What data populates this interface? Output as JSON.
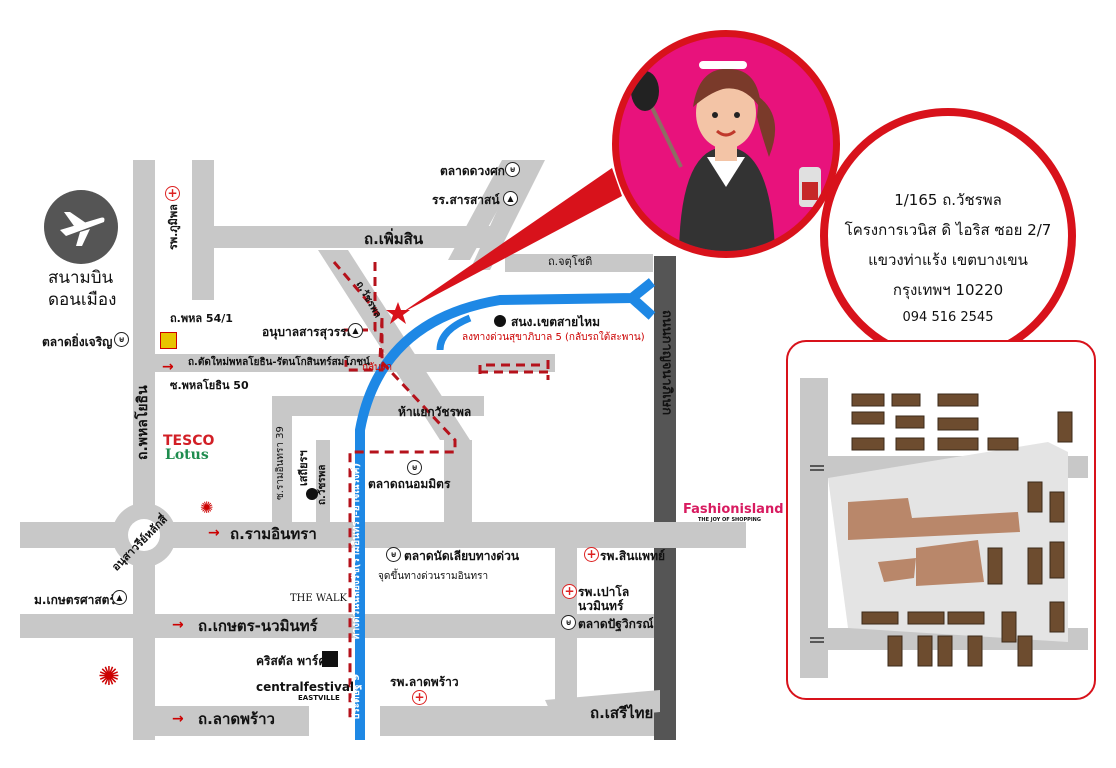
{
  "airport": {
    "line1": "สนามบิน",
    "line2": "ดอนเมือง",
    "icon": "airplane-icon"
  },
  "roads": {
    "phaholyothin": "ถ.พหลโยธิน",
    "phoem_sin": "ถ.เพิ่มสิน",
    "watcharaphon": "ถ.วัชรพล",
    "chuchit": "ถ.จตุโชติ",
    "phahon54": "ถ.พหล 54/1",
    "new_road": "ถ.ตัดใหม่พหลโยธิน-รัตนโกสินทร์สมโภชน์",
    "soi_phahon50": "ซ.พหลโยธิน 50",
    "ram_inthra": "ถ.รามอินทรา",
    "kaset_nawamin": "ถ.เกษตร-นวมินทร์",
    "lat_phrao": "ถ.ลาดพร้าว",
    "seri_thai": "ถ.เสรีไทย",
    "soi_ram_inthra39": "ซ.รามอินทรา 39",
    "watcharaphon_lower": "ถ.วัชรพล",
    "outer_ring": "ถนนกาญจนาภิเษก",
    "expressway_vertical": "ทางด่วนฉลองรัช(รามอินทรา-อาจณรงค์)",
    "pradit_9": "ประดิษฐ์ 9"
  },
  "places": {
    "rs_phumiphon": "รพ.ภูมิพล",
    "talat_duangsakon": "ตลาดดวงศกร",
    "ror_sarasat": "รร.สารสาสน์",
    "anuban_saraswan": "อนุบาลสารสุวรรณ",
    "talat_yingcharoen": "ตลาดยิ่งเจริญ",
    "snm_khet_saimai": "สนง.เขตสายไหม",
    "expressway_note": "ลงทางด่วนสุขาภิบาล 5 (กลับรถใต้สะพาน)",
    "u_turn": "กลับรถ",
    "haeyak_watcharaphon": "ห้าแยกวัชรพล",
    "satien": "เสถียรฯ",
    "talat_thanom_mit": "ตลาดถนอมมิตร",
    "anusawari": "อนุสาวรีย์หลักสี่",
    "talat_nat_liab": "ตลาดนัดเลียบทางด่วน",
    "rs_sinphaet": "รพ.สินแพทย์",
    "expressway_entry": "จุดขึ้นทางด่วนรามอินทรา",
    "rs_paolo": "รพ.เปาโล",
    "rs_paolo2": "นวมินทร์",
    "talat_pattawikorn": "ตลาดปัฐวิกรณ์",
    "m_kaset": "ม.เกษตรศาสตร์",
    "crystal_park": "คริสตัล พาร์ค",
    "central_festival": "centralfestival",
    "central_sub": "EASTVILLE",
    "rs_lat_phrao": "รพ.ลาดพร้าว",
    "the_walk": "THE WALK",
    "tesco": "TESCO",
    "lotus": "Lotus",
    "fashion_island": "Fashionisland",
    "fashion_sub": "THE JOY OF SHOPPING"
  },
  "address": {
    "line1": "1/165 ถ.วัชรพล",
    "line2": "โครงการเวนิส ดิ ไอริส ซอย 2/7",
    "line3": "แขวงท่าแร้ง  เขตบางเขน",
    "line4": "กรุงเทพฯ 10220",
    "phone": "094 516 2545"
  },
  "colors": {
    "route": "#b5121b",
    "expressway": "#1e88e5",
    "bubble": "#e8127c",
    "road": "#c8c8c8"
  }
}
